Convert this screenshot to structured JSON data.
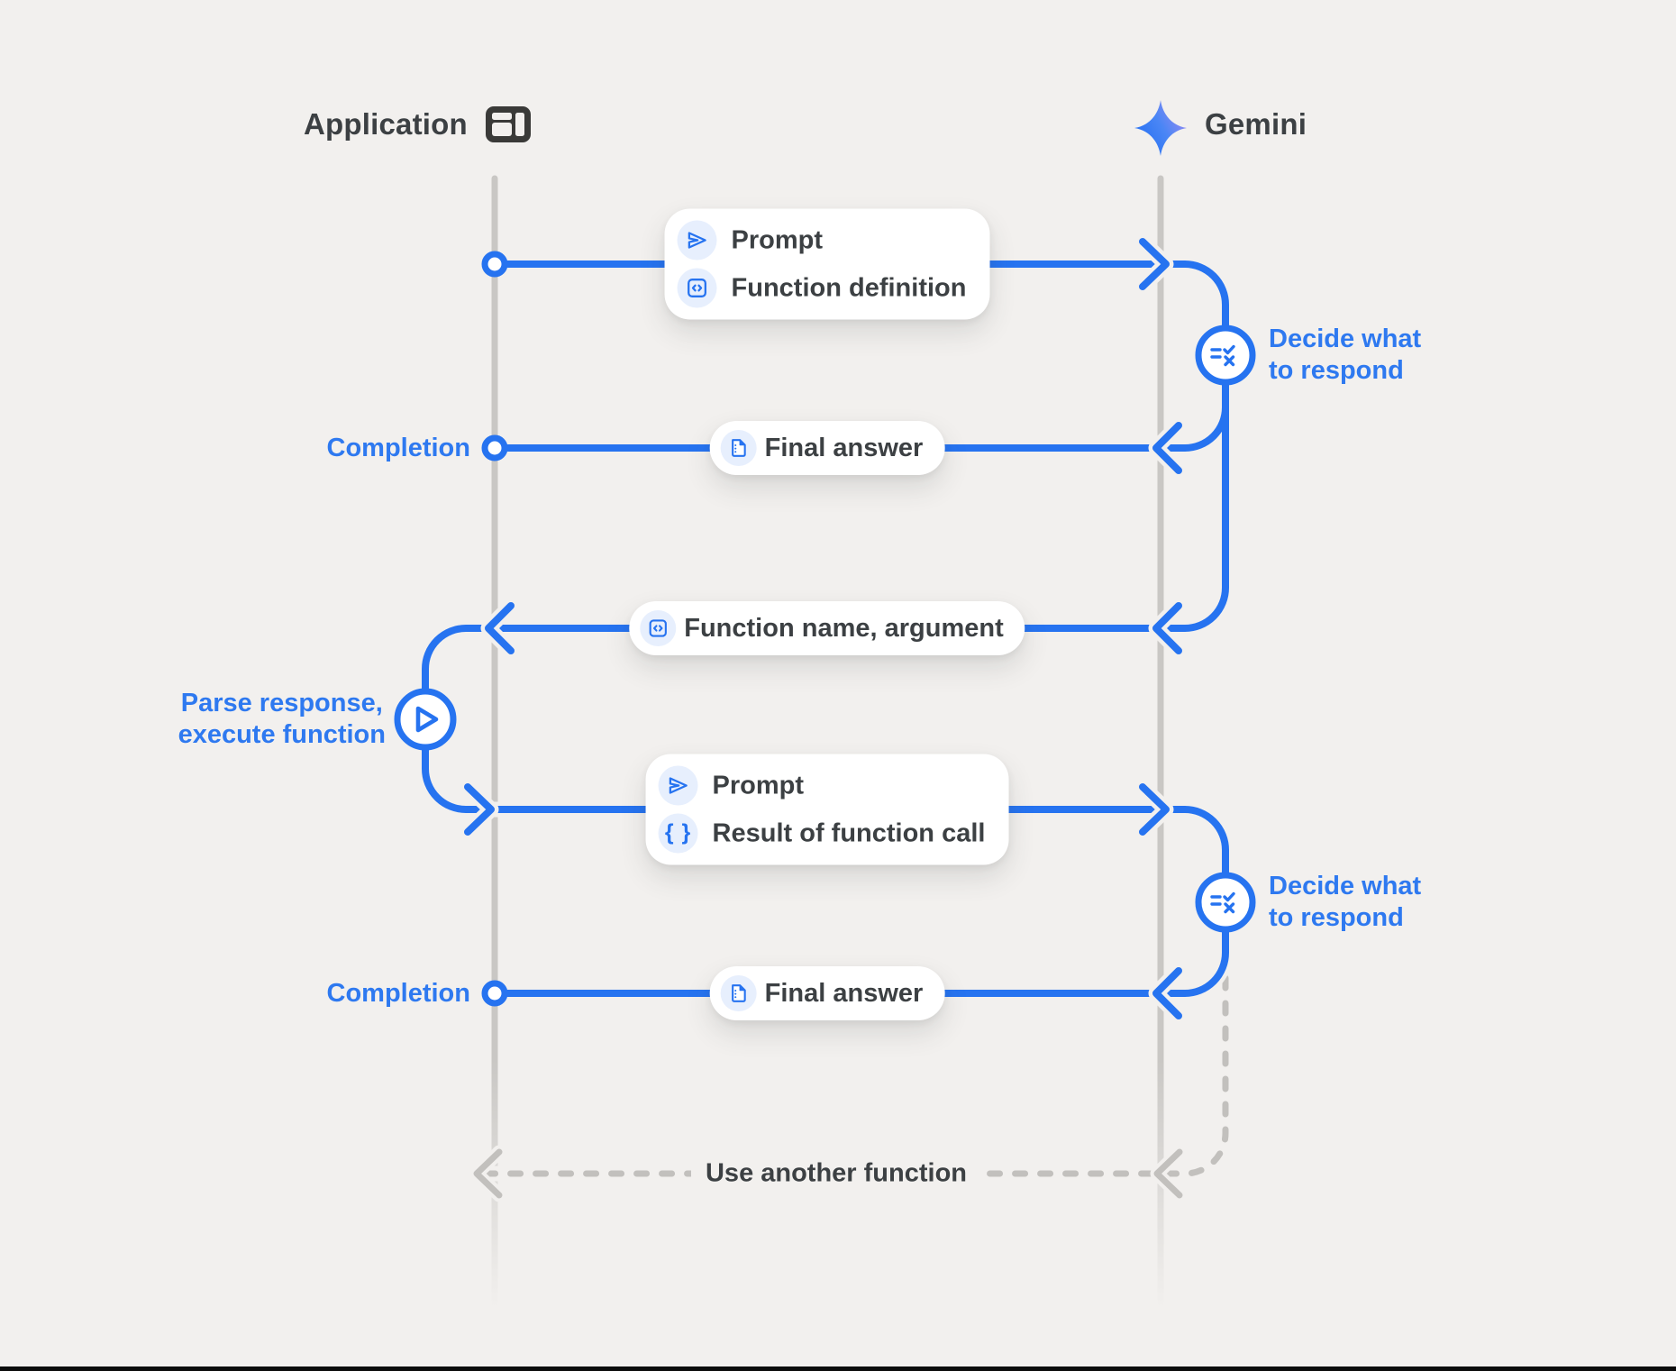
{
  "actors": {
    "application": {
      "label": "Application",
      "icon": "app-window-icon"
    },
    "gemini": {
      "label": "Gemini",
      "icon": "gemini-sparkle-icon"
    }
  },
  "messages": {
    "prompt_function_definition": {
      "lines": [
        {
          "icon": "send-icon",
          "label": "Prompt"
        },
        {
          "icon": "code-icon",
          "label": "Function definition"
        }
      ]
    },
    "final_answer_1": {
      "icon": "document-icon",
      "label": "Final answer"
    },
    "function_name_argument": {
      "icon": "code-icon",
      "label": "Function name, argument"
    },
    "prompt_result": {
      "lines": [
        {
          "icon": "send-icon",
          "label": "Prompt"
        },
        {
          "icon": "braces-icon",
          "label": "Result of function call",
          "braces_glyph": "{ }"
        }
      ]
    },
    "final_answer_2": {
      "icon": "document-icon",
      "label": "Final answer"
    }
  },
  "annotations": {
    "decide_1": {
      "line1": "Decide what",
      "line2": "to respond"
    },
    "decide_2": {
      "line1": "Decide what",
      "line2": "to respond"
    },
    "parse": {
      "line1": "Parse response,",
      "line2": "execute function"
    },
    "completion_1": "Completion",
    "completion_2": "Completion",
    "loop": "Use another function"
  },
  "colors": {
    "background": "#f2f0ee",
    "flow_blue": "#2673f0",
    "note_blue": "#2e79f0",
    "dark_text": "#3c4043",
    "lifeline_gray": "#c9c7c4",
    "dashed_gray": "#c2c0bd",
    "icon_chip_blue": "#e7effd",
    "box_white": "#ffffff"
  }
}
